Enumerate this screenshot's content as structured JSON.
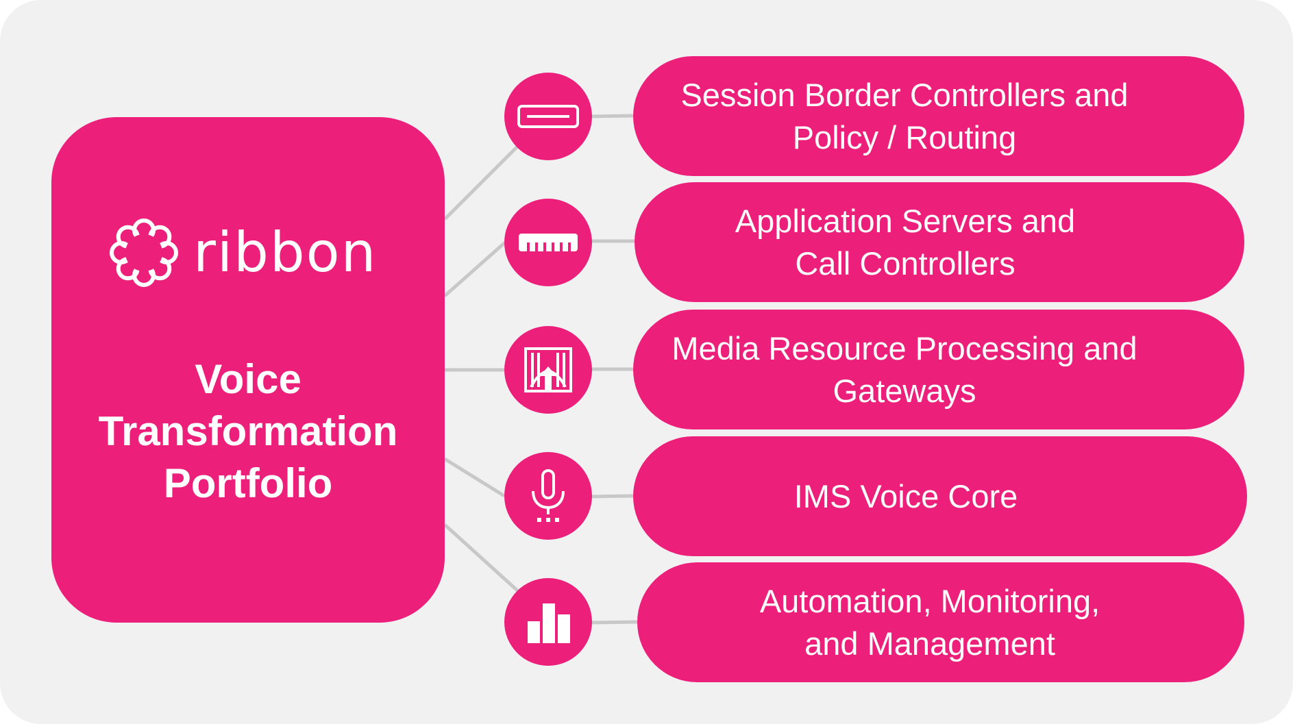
{
  "colors": {
    "accent": "#ec1f7a",
    "background": "#f2f1f2",
    "connector": "#c9c8c9",
    "text": "#ffffff"
  },
  "main": {
    "logo_text": "ribbon",
    "title_lines": [
      "Voice",
      "Transformation",
      "Portfolio"
    ]
  },
  "items": [
    {
      "icon": "server-appliance-icon",
      "lines": [
        "Session Border Controllers and",
        "Policy / Routing"
      ]
    },
    {
      "icon": "rack-module-icon",
      "lines": [
        "Application Servers and",
        "Call Controllers"
      ]
    },
    {
      "icon": "media-gateway-icon",
      "lines": [
        "Media Resource Processing and",
        "Gateways"
      ]
    },
    {
      "icon": "microphone-icon",
      "lines": [
        "IMS Voice Core"
      ]
    },
    {
      "icon": "bar-chart-icon",
      "lines": [
        "Automation, Monitoring,",
        "and Management"
      ]
    }
  ]
}
